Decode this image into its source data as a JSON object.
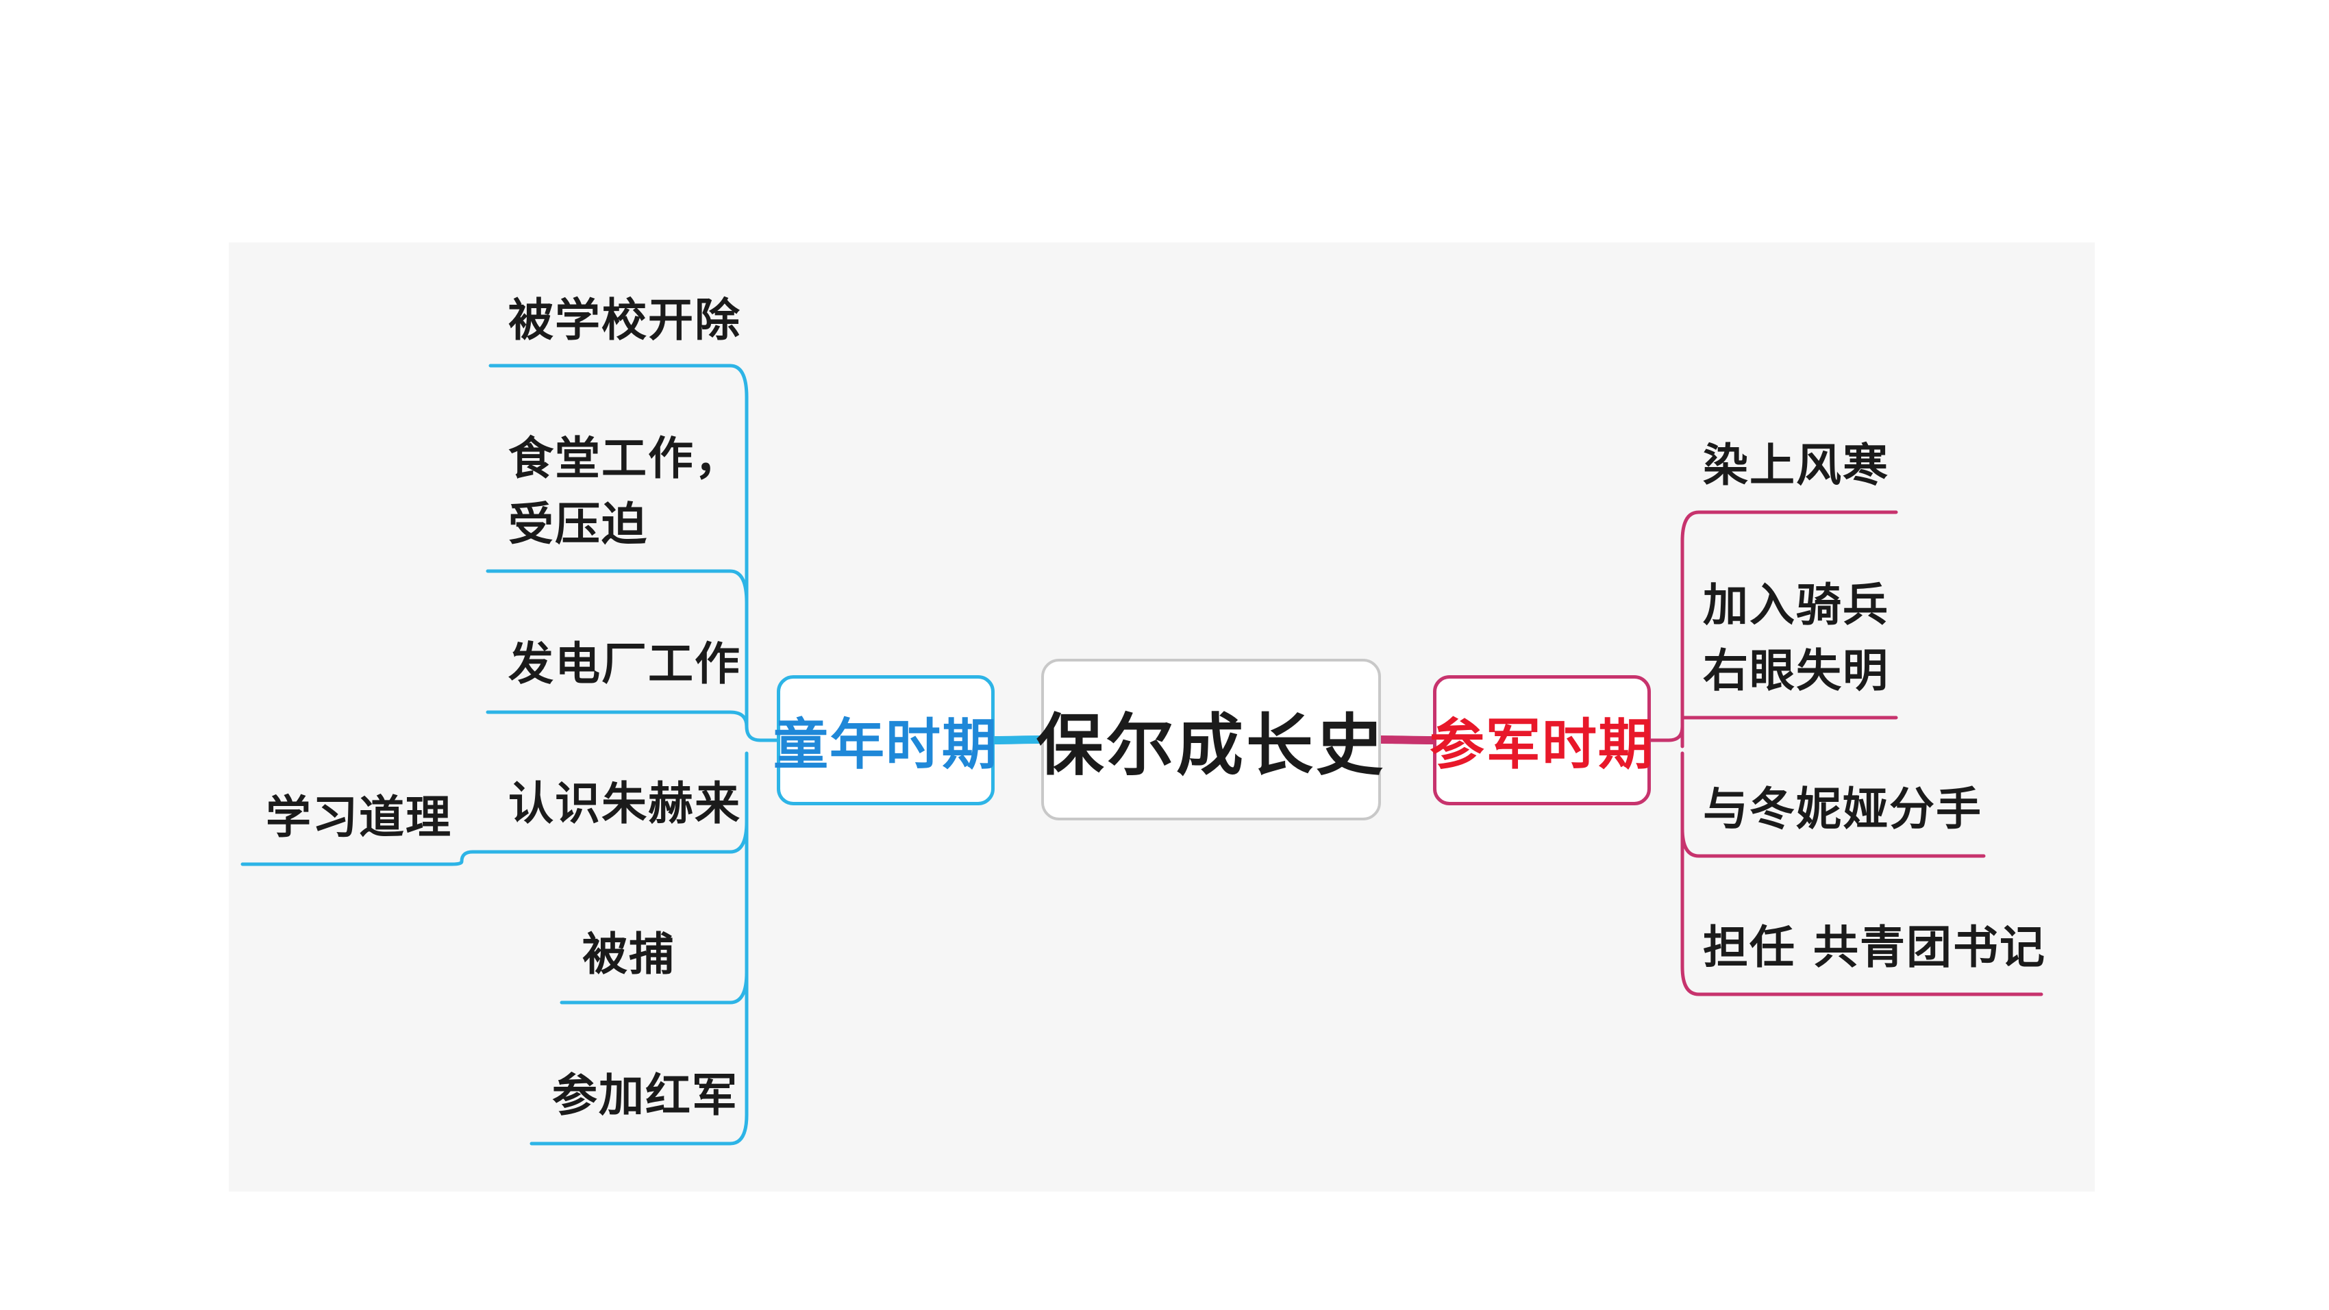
{
  "center": {
    "label": "保尔成长史"
  },
  "left_branch": {
    "label": "童年时期",
    "color": "#2db4e6",
    "label_color": "#1f88d8",
    "items": [
      {
        "lines": [
          "被学校开除"
        ]
      },
      {
        "lines": [
          "食堂工作，",
          "受压迫"
        ]
      },
      {
        "lines": [
          "发电厂工作"
        ]
      },
      {
        "lines": [
          "认识朱赫来"
        ],
        "child": "学习道理"
      },
      {
        "lines": [
          "被捕"
        ]
      },
      {
        "lines": [
          "参加红军"
        ]
      }
    ]
  },
  "right_branch": {
    "label": "参军时期",
    "color": "#c7336d",
    "label_color": "#e8182a",
    "items": [
      {
        "lines": [
          "染上风寒"
        ]
      },
      {
        "lines": [
          "加入骑兵",
          "右眼失明"
        ]
      },
      {
        "lines": [
          "与冬妮娅分手"
        ]
      },
      {
        "lines": [
          "担任 共青团书记"
        ]
      }
    ]
  }
}
